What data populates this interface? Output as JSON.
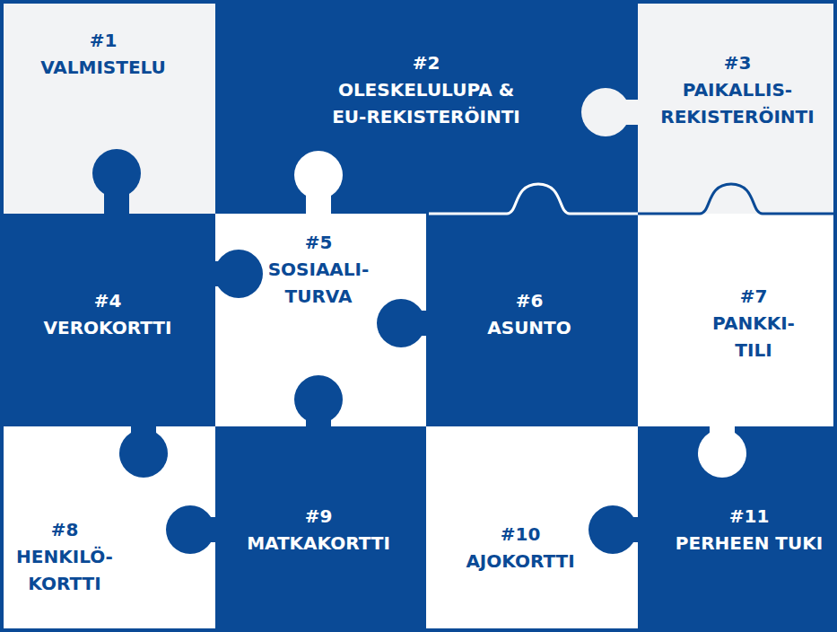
{
  "diagram": {
    "nodes": [
      {
        "text": [
          "#1",
          "VALMISTELU"
        ]
      },
      {
        "text": [
          "#2",
          "OLESKELULUPA & EU-REKISTERÖINTI"
        ]
      },
      {
        "text": [
          "#3",
          "PAIKALLIS- REKISTERÖINTI"
        ]
      },
      {
        "text": [
          "#4",
          "VEROKORTTI"
        ]
      },
      {
        "text": [
          "#5",
          "SOSIAALI- TURVA"
        ]
      },
      {
        "text": [
          "#6",
          "ASUNTO"
        ]
      },
      {
        "text": [
          "#7",
          "PANKKI- TILI"
        ]
      },
      {
        "text": [
          "#8",
          "HENKILÖ- KORTTI"
        ]
      },
      {
        "text": [
          "#9",
          "MATKAKORTTI"
        ]
      },
      {
        "text": [
          "#10",
          "AJOKORTTI"
        ]
      },
      {
        "text": [
          "#11",
          "PERHEEN TUKI"
        ]
      }
    ]
  }
}
